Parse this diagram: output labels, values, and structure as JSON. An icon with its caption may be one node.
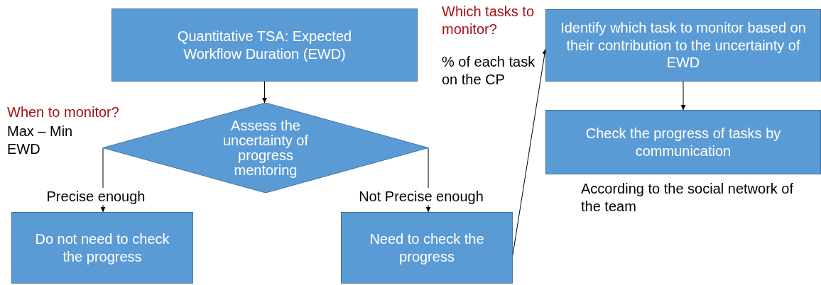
{
  "diagram": {
    "nodes": [
      {
        "text": [
          "Quantitative TSA: Expected Workflow Duration (EWD)"
        ]
      },
      {
        "text": [
          "Assess the uncertainty of progress mentoring"
        ]
      },
      {
        "text": [
          "Do not need to check the progress"
        ]
      },
      {
        "text": [
          "Need to check the progress"
        ]
      },
      {
        "text": [
          "Identify which task to monitor based on their contribution to the uncertainty of EWD"
        ]
      },
      {
        "text": [
          "Check the progress of tasks by communication"
        ],
        "beside": [
          "According to the social network of the team"
        ]
      }
    ],
    "edges": [
      {
        "from": 0,
        "to": 1,
        "arrow": "to"
      },
      {
        "from": 1,
        "to": 2,
        "arrow": "to",
        "label": "Precise enough"
      },
      {
        "from": 1,
        "to": 3,
        "arrow": "to",
        "label": "Not Precise enough"
      },
      {
        "from": 3,
        "to": 4,
        "arrow": "to"
      },
      {
        "from": 4,
        "to": 5,
        "arrow": "to"
      }
    ],
    "labels": [
      "When to monitor?",
      "Max – Min EWD",
      "Which tasks to monitor?",
      "% of each task on the CP"
    ]
  }
}
